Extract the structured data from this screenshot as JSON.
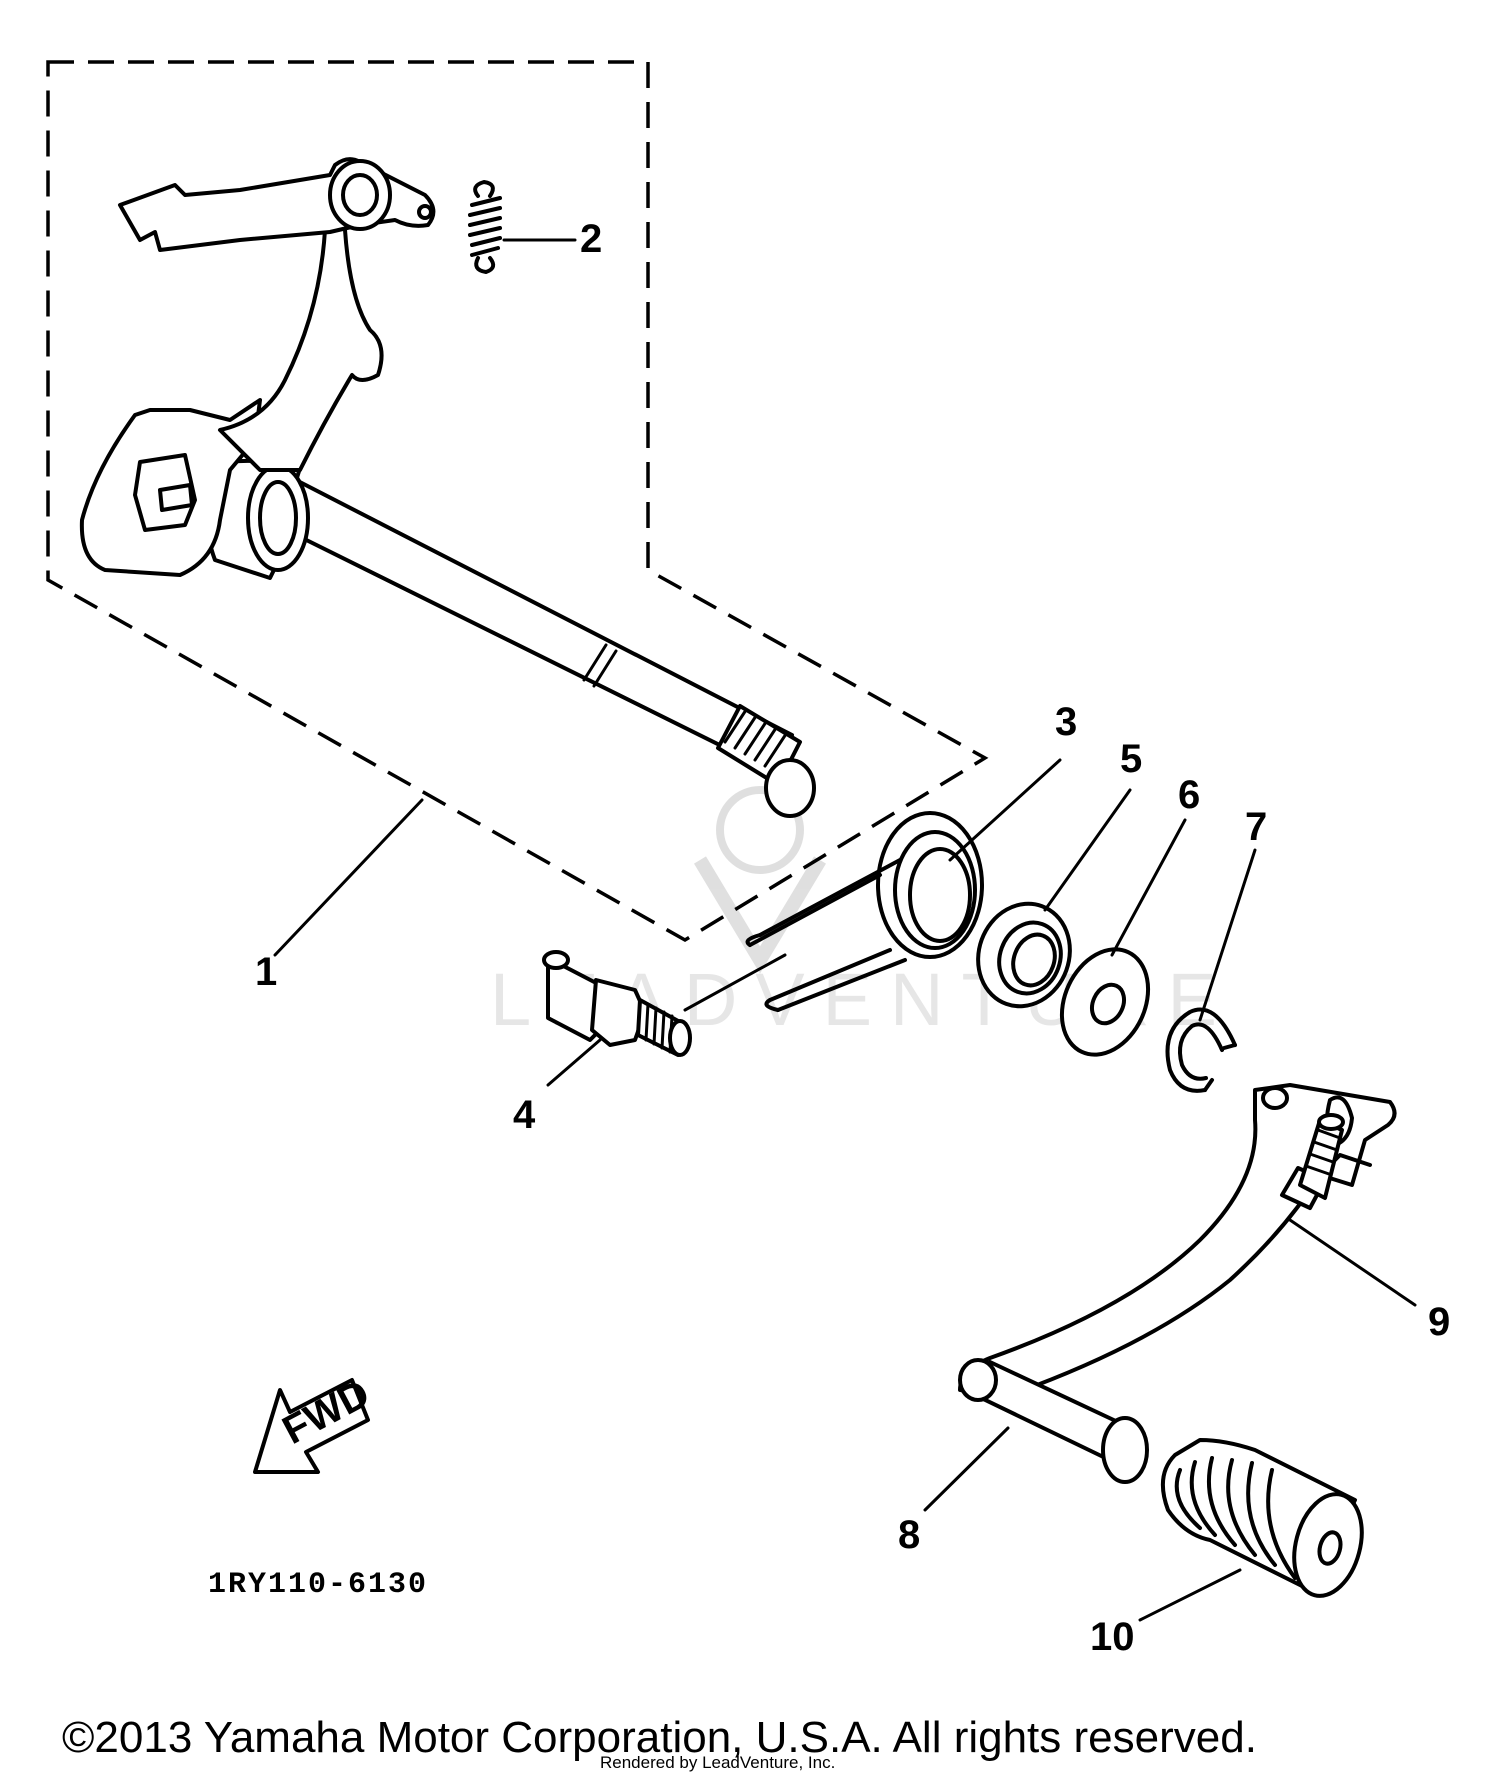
{
  "figure": {
    "callouts": [
      "1",
      "2",
      "3",
      "4",
      "5",
      "6",
      "7",
      "8",
      "9",
      "10"
    ],
    "direction_label": "FWD",
    "diagram_code": "1RY110-6130",
    "watermark": "LEADVENTURE",
    "copyright": "©2013 Yamaha Motor Corporation, U.S.A. All rights reserved.",
    "rendered_by": "Rendered by LeadVenture, Inc."
  }
}
